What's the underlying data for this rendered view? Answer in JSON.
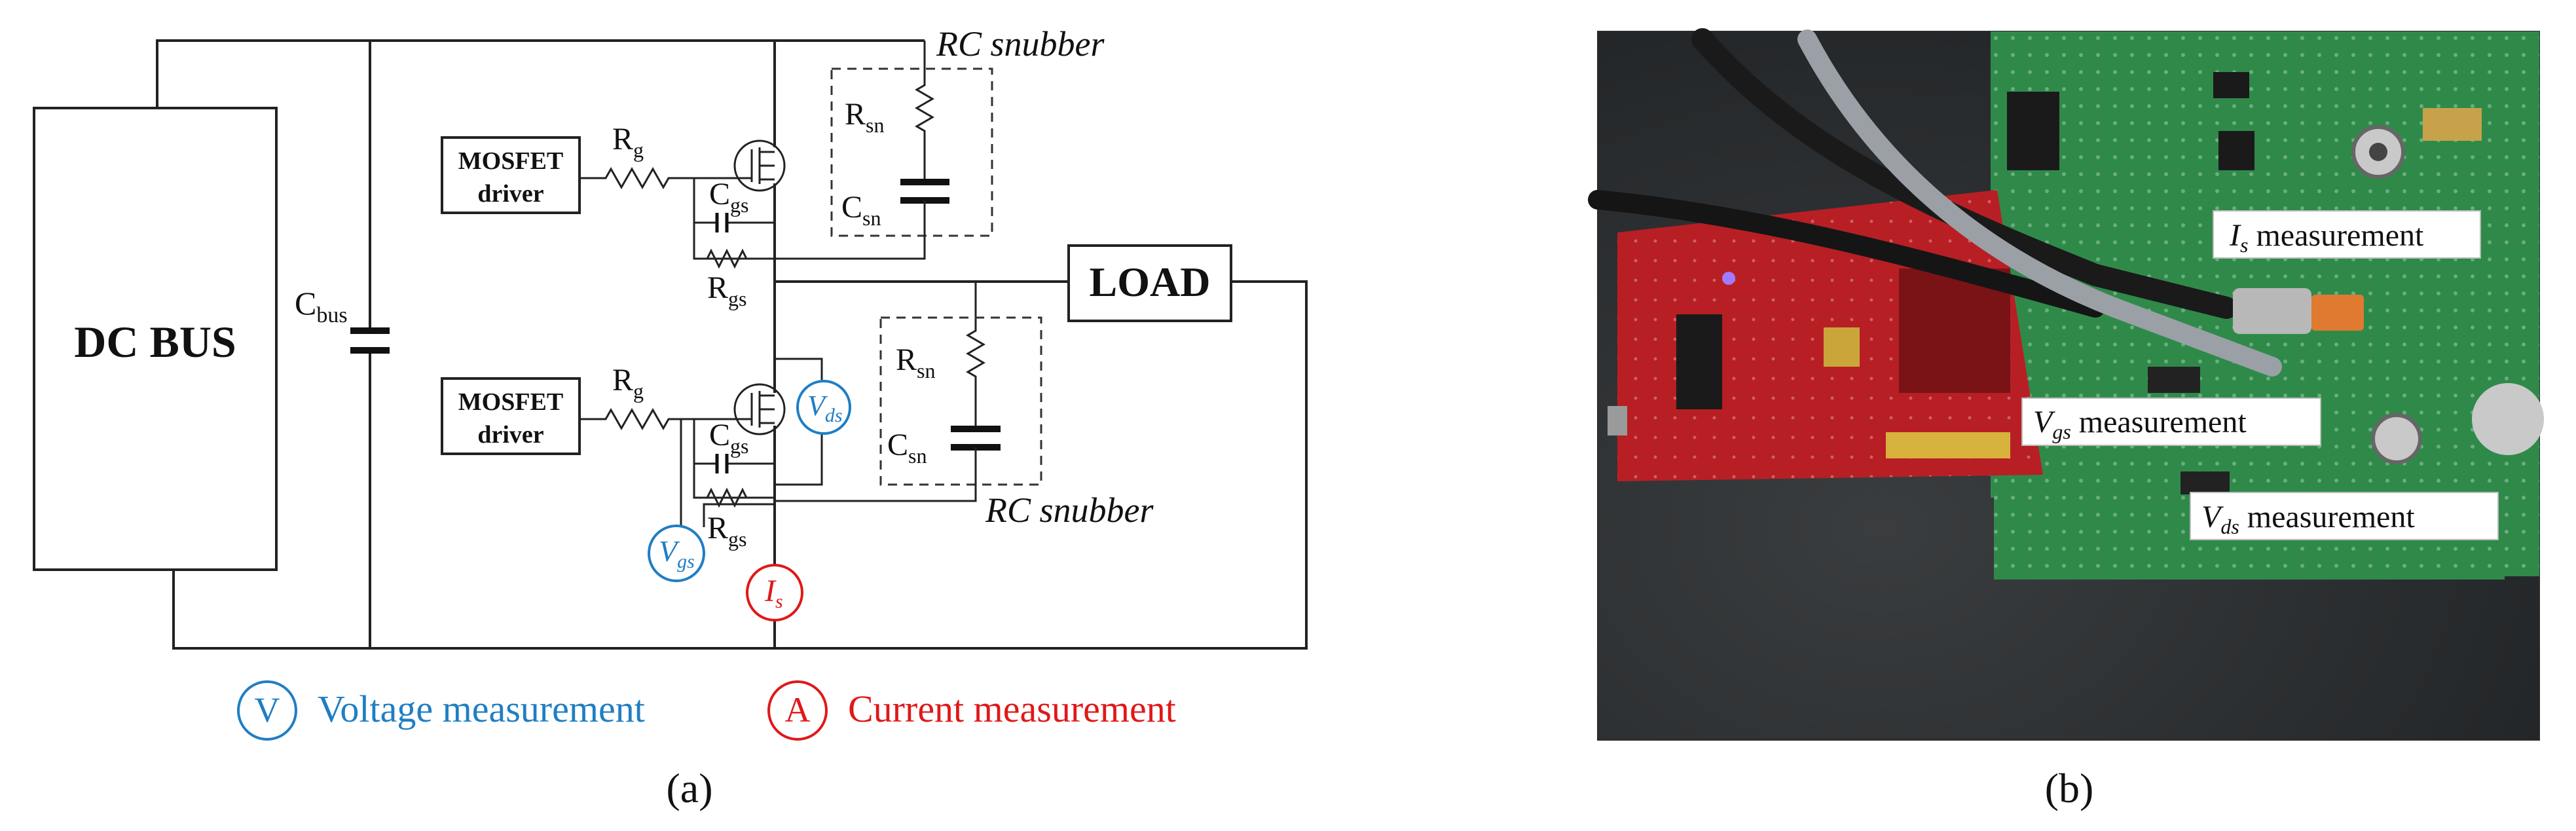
{
  "schematic": {
    "dc_bus": "DC BUS",
    "c_bus": "C",
    "c_bus_sub": "bus",
    "driver_line1": "MOSFET",
    "driver_line2": "driver",
    "r_g": "R",
    "r_g_sub": "g",
    "c_gs": "C",
    "c_gs_sub": "gs",
    "r_gs": "R",
    "r_gs_sub": "gs",
    "r_sn": "R",
    "r_sn_sub": "sn",
    "c_sn": "C",
    "c_sn_sub": "sn",
    "rc_snubber": "RC snubber",
    "load": "LOAD",
    "v_ds": "V",
    "v_ds_sub": "ds",
    "v_gs": "V",
    "v_gs_sub": "gs",
    "i_s": "I",
    "i_s_sub": "s"
  },
  "legend": {
    "voltage_symbol": "V",
    "voltage_label": "Voltage measurement",
    "current_symbol": "A",
    "current_label": "Current measurement"
  },
  "photo": {
    "is_label": "I",
    "is_sub": "s",
    "is_text": " measurement",
    "vgs_label": "V",
    "vgs_sub": "gs",
    "vgs_text": " measurement",
    "vds_label": "V",
    "vds_sub": "ds",
    "vds_text": " measurement"
  },
  "captions": {
    "a": "(a)",
    "b": "(b)"
  },
  "colors": {
    "voltage": "#1f7ec4",
    "current": "#e01818"
  }
}
